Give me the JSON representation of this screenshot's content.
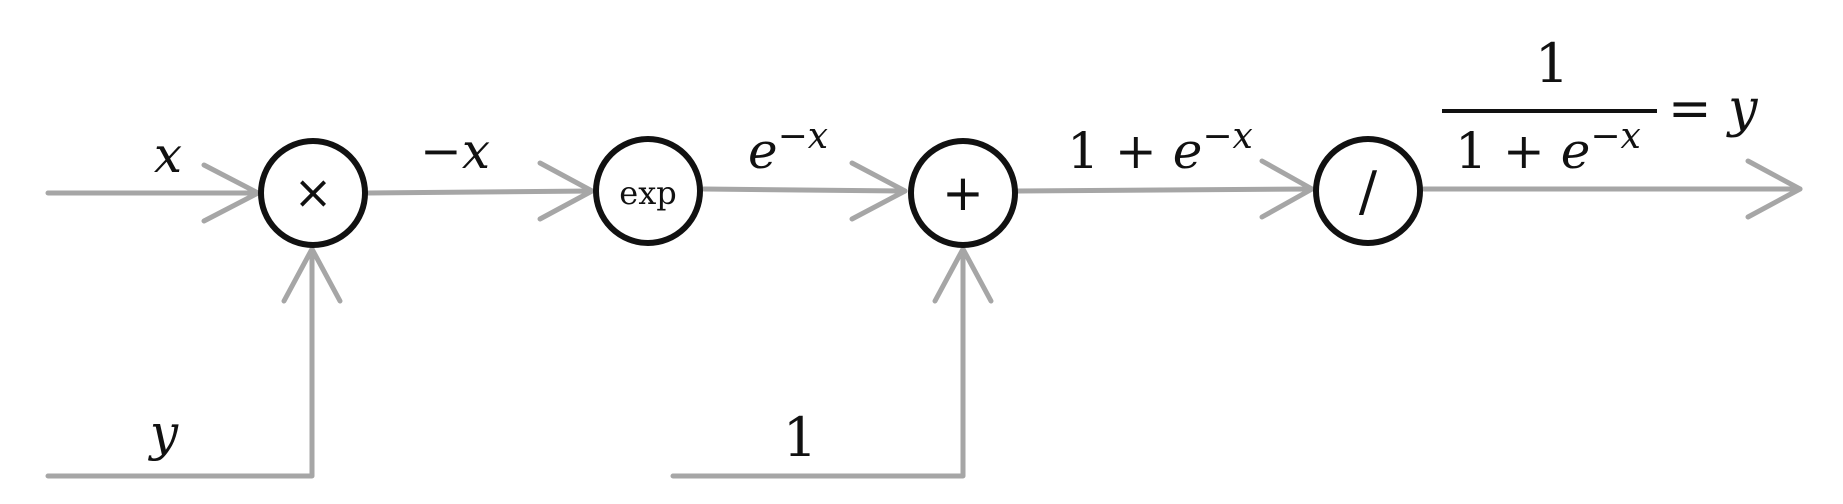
{
  "colors": {
    "wire": "#a6a6a6",
    "node_stroke": "#111111",
    "text": "#111111",
    "background": "#ffffff"
  },
  "inputs": {
    "x_label": "x",
    "y_label": "y",
    "one_label": "1"
  },
  "nodes": {
    "multiply": {
      "symbol": "×"
    },
    "exp": {
      "symbol": "exp"
    },
    "add": {
      "symbol": "+"
    },
    "divide": {
      "symbol": "/"
    }
  },
  "edges": {
    "neg_x": {
      "minus": "−",
      "var": "x"
    },
    "exp_out": {
      "base": "e",
      "exponent": "−x"
    },
    "sum_out": {
      "prefix": "1 + ",
      "base": "e",
      "exponent": "−x"
    }
  },
  "output": {
    "numerator": "1",
    "denominator_prefix": "1 + ",
    "denominator_base": "e",
    "denominator_exponent": "−x",
    "equals": " = ",
    "result": "y"
  }
}
